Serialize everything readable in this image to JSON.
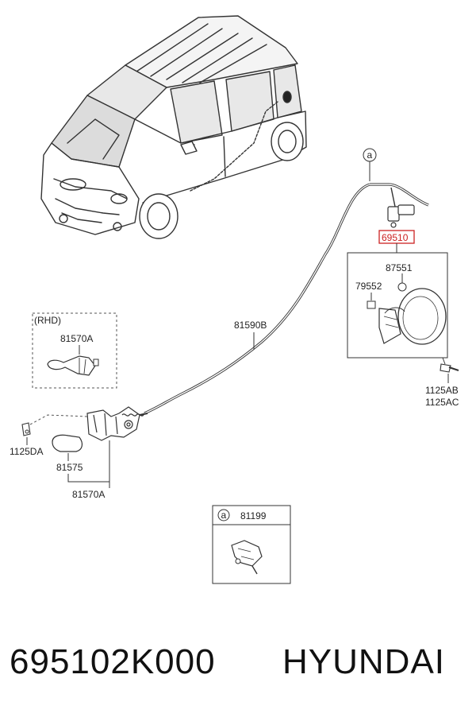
{
  "labels": {
    "ref_a_top": "a",
    "ref_a_box": "a",
    "part_69510": "69510",
    "part_87551": "87551",
    "part_79552": "79552",
    "part_1125AB": "1125AB",
    "part_1125AC": "1125AC",
    "rhd": "(RHD)",
    "part_81570A_rhd": "81570A",
    "part_81590B": "81590B",
    "part_1125DA": "1125DA",
    "part_81575": "81575",
    "part_81570A": "81570A",
    "part_81199": "81199"
  },
  "footer": {
    "part_number": "695102K000",
    "brand": "HYUNDAI"
  },
  "colors": {
    "highlight": "#cc2222",
    "line": "#333333"
  }
}
